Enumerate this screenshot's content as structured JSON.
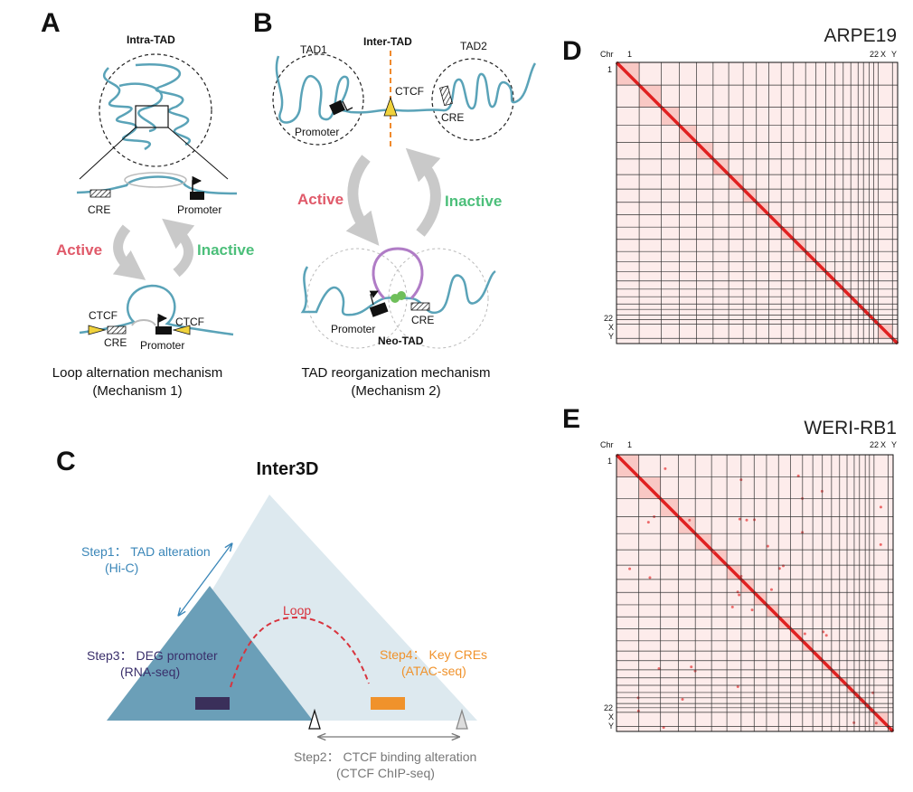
{
  "panels": {
    "A": {
      "letter": "A",
      "header": "Intra-TAD",
      "labels": {
        "cre_top": "CRE",
        "promoter_top": "Promoter",
        "active": "Active",
        "inactive": "Inactive",
        "ctcf_left": "CTCF",
        "cre_bottom": "CRE",
        "ctcf_right": "CTCF",
        "promoter_bottom": "Promoter"
      },
      "caption_line1": "Loop alternation mechanism",
      "caption_line2": "(Mechanism 1)"
    },
    "B": {
      "letter": "B",
      "header": "Inter-TAD",
      "labels": {
        "tad1": "TAD1",
        "tad2": "TAD2",
        "ctcf": "CTCF",
        "promoter_top": "Promoter",
        "cre_top": "CRE",
        "active": "Active",
        "inactive": "Inactive",
        "promoter_bottom": "Promoter",
        "cre_bottom": "CRE",
        "neo_tad": "Neo-TAD"
      },
      "caption_line1": "TAD reorganization mechanism",
      "caption_line2": "(Mechanism 2)"
    },
    "C": {
      "letter": "C",
      "title": "Inter3D",
      "step1_line1": "Step1： TAD alteration",
      "step1_line2": "(Hi-C)",
      "loop": "Loop",
      "step3_line1": "Step3： DEG promoter",
      "step3_line2": "(RNA-seq)",
      "step4_line1": "Step4： Key CREs",
      "step4_line2": "(ATAC-seq)",
      "step2_line1": "Step2： CTCF binding alteration",
      "step2_line2": "(CTCF ChIP-seq)"
    },
    "D": {
      "letter": "D",
      "title": "ARPE19",
      "chr_label": "Chr",
      "top_labels": [
        "1",
        "22",
        "X",
        "Y"
      ],
      "left_labels": [
        "1",
        "22",
        "X",
        "Y"
      ]
    },
    "E": {
      "letter": "E",
      "title": "WERI-RB1",
      "chr_label": "Chr",
      "top_labels": [
        "1",
        "22",
        "X",
        "Y"
      ],
      "left_labels": [
        "1",
        "22",
        "X",
        "Y"
      ]
    }
  },
  "colors": {
    "chromatin": "#5aa3b8",
    "active": "#e05a6a",
    "inactive": "#4cbf7a",
    "neo_tad_loop": "#b07cc6",
    "ctcf": "#f0d23c",
    "ctcf_cut": "#f08a2c",
    "tri_light": "#dde9ef",
    "tri_dark": "#6b9fb8",
    "step1": "#3a86b8",
    "step3": "#3a2f6b",
    "step4": "#f0922b",
    "step2": "#777777",
    "loop_red": "#d8343e",
    "promoter_bar": "#3a2f5a",
    "hic_red": "#e02020"
  }
}
